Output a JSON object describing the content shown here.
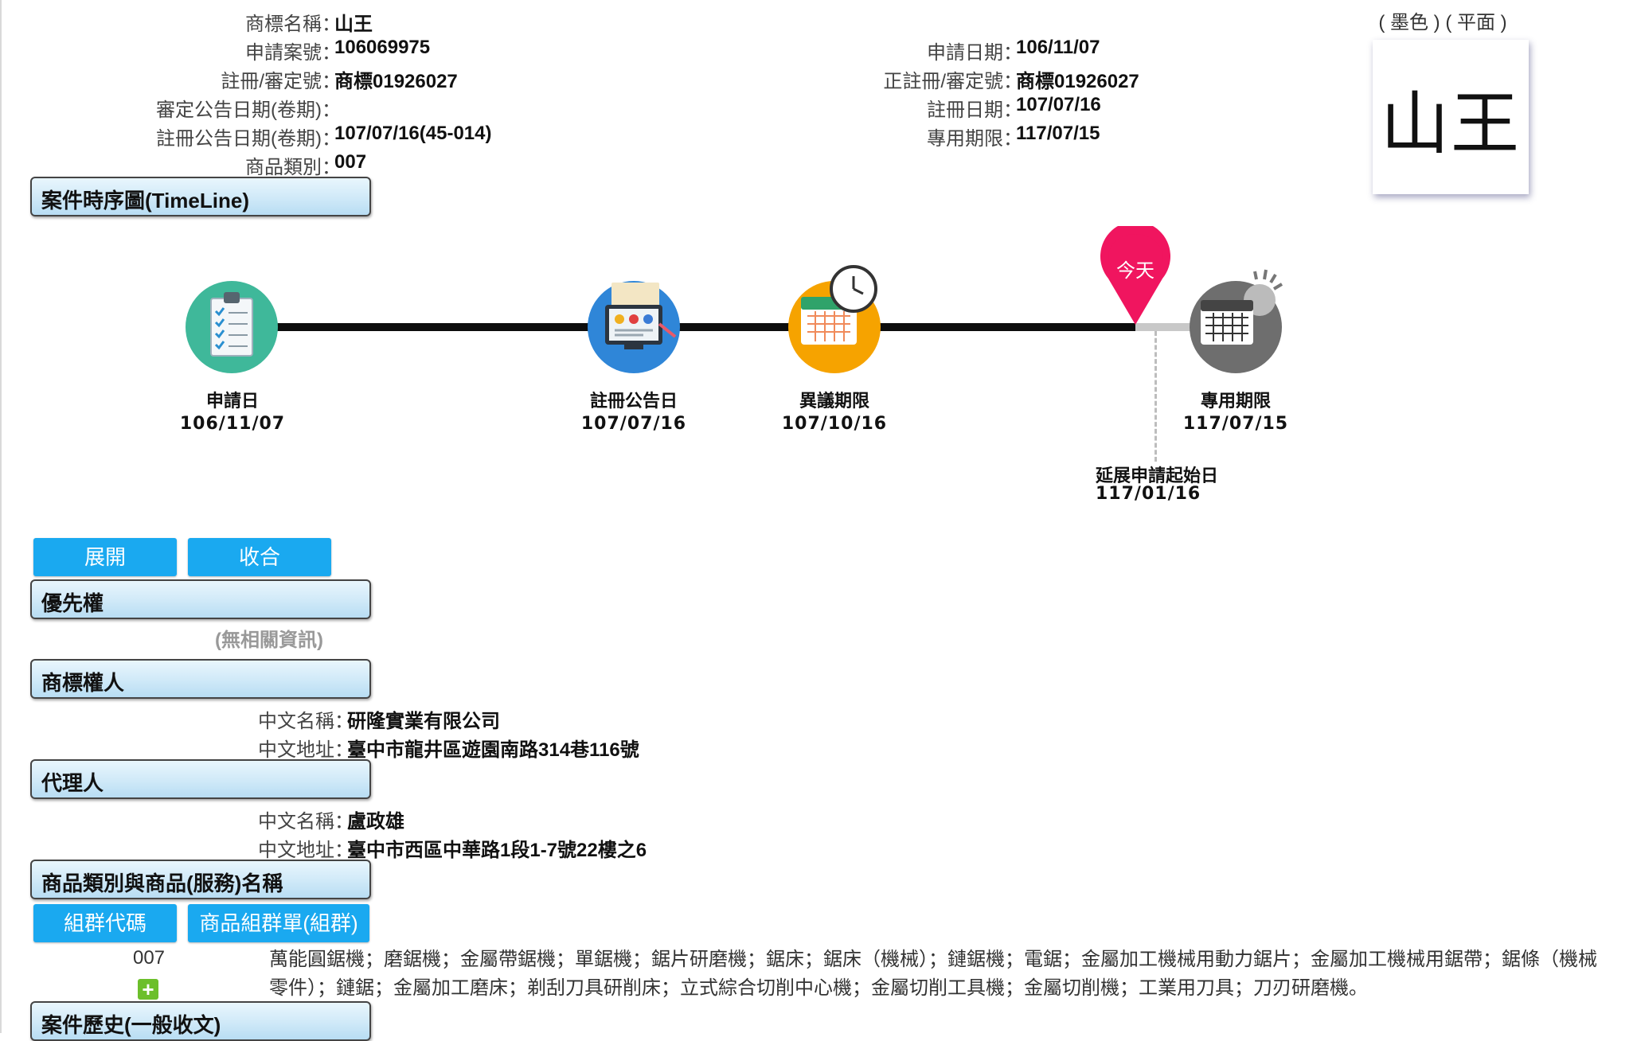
{
  "header": {
    "name_label": "商標名稱：",
    "name_value": "山王",
    "appno_label": "申請案號：",
    "appno_value": "106069975",
    "regno_label": "註冊/審定號：",
    "regno_value": "商標01926027",
    "exam_pub_label": "審定公告日期(卷期)：",
    "exam_pub_value": "",
    "reg_pub_label": "註冊公告日期(卷期)：",
    "reg_pub_value": "107/07/16(45-014)",
    "class_label": "商品類別：",
    "class_value": "007",
    "appdate_label": "申請日期：",
    "appdate_value": "106/11/07",
    "official_regno_label": "正註冊/審定號：",
    "official_regno_value": "商標01926027",
    "regdate_label": "註冊日期：",
    "regdate_value": "107/07/16",
    "expiry_label": "專用期限：",
    "expiry_value": "117/07/15",
    "image_tags": "( 墨色 ) ( 平面 )",
    "mark_text": "山王"
  },
  "timeline": {
    "section_title": "案件時序圖(TimeLine)",
    "today_label": "今天",
    "events": [
      {
        "name": "申請日",
        "date": "106/11/07",
        "icon": "clipboard-checklist-icon",
        "color": "#3fb89a"
      },
      {
        "name": "註冊公告日",
        "date": "107/07/16",
        "icon": "computer-document-icon",
        "color": "#2f86d8"
      },
      {
        "name": "異議期限",
        "date": "107/10/16",
        "icon": "calendar-clock-icon",
        "color": "#f6a300"
      },
      {
        "name": "專用期限",
        "date": "117/07/15",
        "icon": "calendar-question-icon",
        "color": "#6e6e6e"
      }
    ],
    "renewal_label": "延展申請起始日",
    "renewal_date": "117/01/16"
  },
  "controls": {
    "expand_label": "展開",
    "collapse_label": "收合"
  },
  "priority": {
    "title": "優先權",
    "empty_text": "(無相關資訊)"
  },
  "owner": {
    "title": "商標權人",
    "name_label": "中文名稱：",
    "name_value": "研隆實業有限公司",
    "address_label": "中文地址：",
    "address_value": "臺中市龍井區遊園南路314巷116號"
  },
  "agent": {
    "title": "代理人",
    "name_label": "中文名稱：",
    "name_value": "盧政雄",
    "address_label": "中文地址：",
    "address_value": "臺中市西區中華路1段1-7號22樓之6"
  },
  "goods": {
    "title": "商品類別與商品(服務)名稱",
    "group_code_btn": "組群代碼",
    "group_list_btn": "商品組群單(組群)",
    "class_code": "007",
    "expand_symbol": "+",
    "description": "萬能圓鋸機；磨鋸機；金屬帶鋸機；單鋸機；鋸片研磨機；鋸床；鋸床（機械）；鏈鋸機；電鋸；金屬加工機械用動力鋸片；金屬加工機械用鋸帶；鋸條（機械零件）；鏈鋸；金屬加工磨床；剃刮刀具研削床；立式綜合切削中心機；金屬切削工具機；金屬切削機；工業用刀具；刀刃研磨機。"
  },
  "history": {
    "title": "案件歷史(一般收文)"
  }
}
